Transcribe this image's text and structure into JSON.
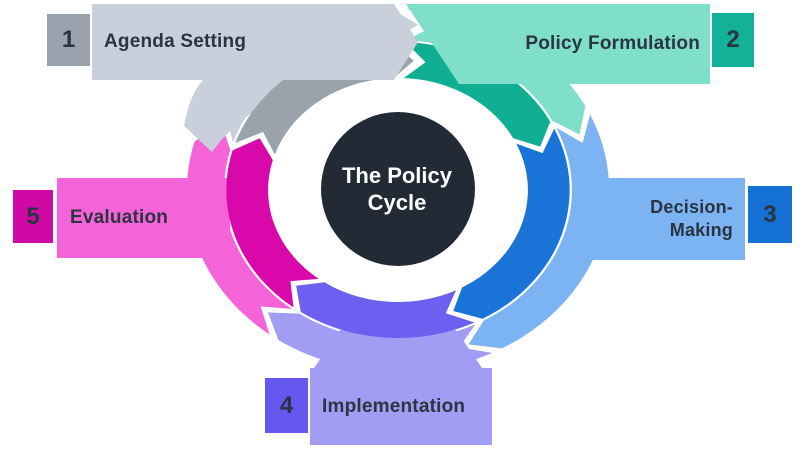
{
  "title": "The Policy Cycle",
  "colors": {
    "background": "#ffffff",
    "center_circle": "#222a36",
    "center_text": "#ffffff",
    "label_text": "#2b3440"
  },
  "stages": [
    {
      "number": "1",
      "label": "Agenda Setting",
      "band_color": "#cad0db",
      "badge_color": "#9aa2ae",
      "arc_color": "#9aa2ab"
    },
    {
      "number": "2",
      "label": "Policy Formulation",
      "band_color": "#7fdfca",
      "badge_color": "#13b298",
      "arc_color": "#10af93"
    },
    {
      "number": "3",
      "label": "Decision-Making",
      "band_color": "#7cb3f2",
      "badge_color": "#1571d3",
      "arc_color": "#1a73d6"
    },
    {
      "number": "4",
      "label": "Implementation",
      "band_color": "#a29df4",
      "badge_color": "#6458ef",
      "arc_color": "#6c60f0"
    },
    {
      "number": "5",
      "label": "Evaluation",
      "band_color": "#f463d7",
      "badge_color": "#d008a4",
      "arc_color": "#d908ab"
    }
  ]
}
